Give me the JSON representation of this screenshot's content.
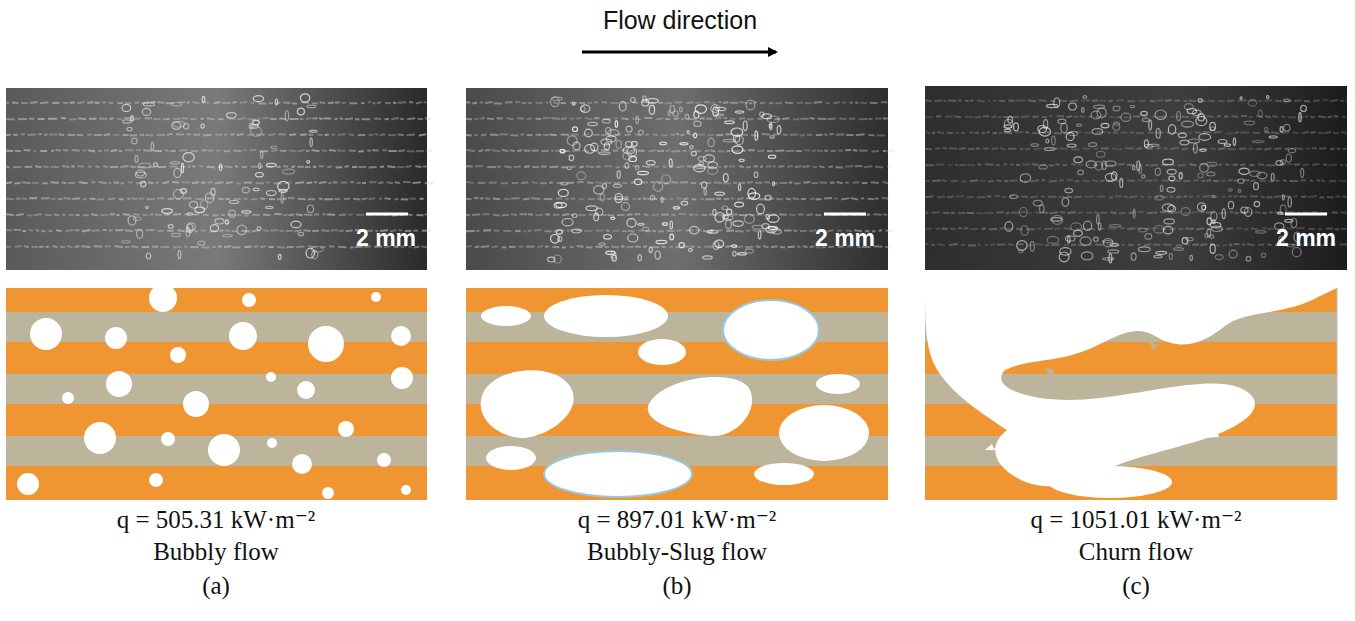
{
  "diagram": {
    "labels": [
      "Flow direction",
      "2 mm",
      "2 mm",
      "2 mm",
      "q = 505.31 kW·m⁻²",
      "Bubbly flow",
      "(a)",
      "q = 897.01 kW·m⁻²",
      "Bubbly-Slug flow",
      "(b)",
      "q = 1051.01 kW·m⁻²",
      "Churn flow",
      "(c)"
    ]
  }
}
